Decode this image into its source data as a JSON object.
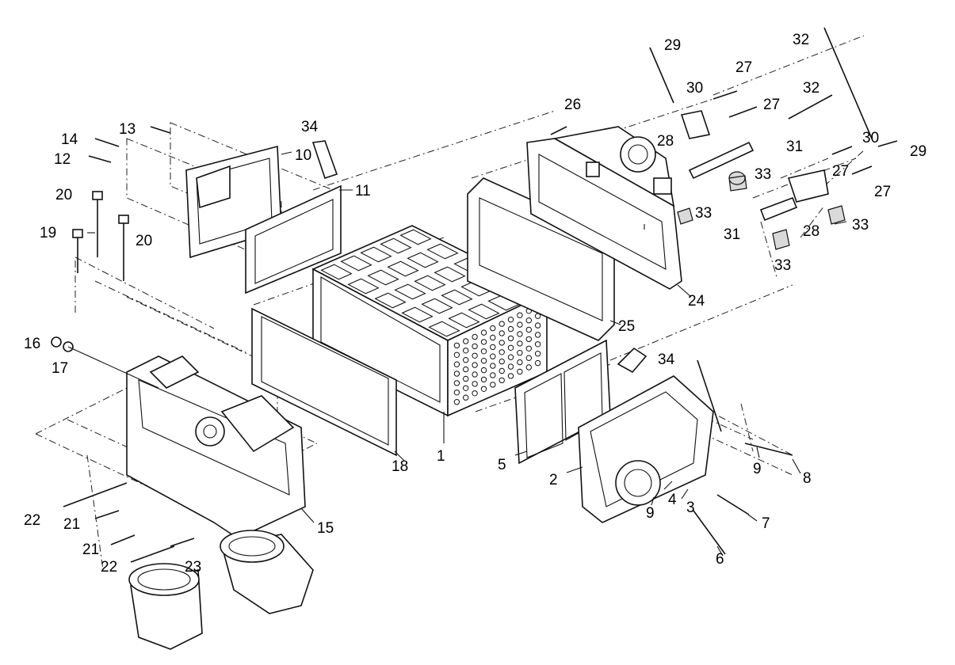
{
  "diagram": {
    "type": "exploded-parts-view",
    "callouts": [
      "1",
      "2",
      "3",
      "4",
      "5",
      "6",
      "7",
      "8",
      "9",
      "10",
      "11",
      "12",
      "13",
      "14",
      "15",
      "16",
      "17",
      "18",
      "19",
      "20",
      "21",
      "22",
      "23",
      "24",
      "25",
      "26",
      "27",
      "28",
      "29",
      "30",
      "31",
      "32",
      "33",
      "34"
    ]
  }
}
